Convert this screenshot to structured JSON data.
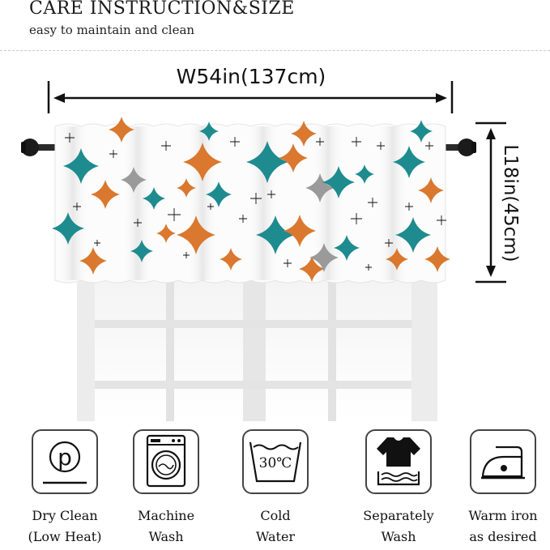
{
  "header": {
    "title": "CARE INSTRUCTION&SIZE",
    "subtitle": "easy to maintain and clean"
  },
  "dimensions": {
    "width_label": "W54in(137cm)",
    "height_label": "L18in(45cm)"
  },
  "colors": {
    "teal": "#1e8b8f",
    "orange": "#d9782e",
    "gray": "#9a9a9a",
    "black": "#111111"
  },
  "care": [
    {
      "icon": "dry-clean-p-icon",
      "lines": [
        "Dry Clean",
        "(Low Heat)"
      ]
    },
    {
      "icon": "washing-machine-icon",
      "lines": [
        "Machine",
        "Wash"
      ]
    },
    {
      "icon": "wash-tub-icon",
      "lines": [
        "Cold",
        "Water"
      ],
      "temp": "30℃"
    },
    {
      "icon": "separate-wash-tshirt-icon",
      "lines": [
        "Separately",
        "Wash"
      ]
    },
    {
      "icon": "iron-icon",
      "lines": [
        "Warm iron",
        "as desired"
      ]
    }
  ]
}
